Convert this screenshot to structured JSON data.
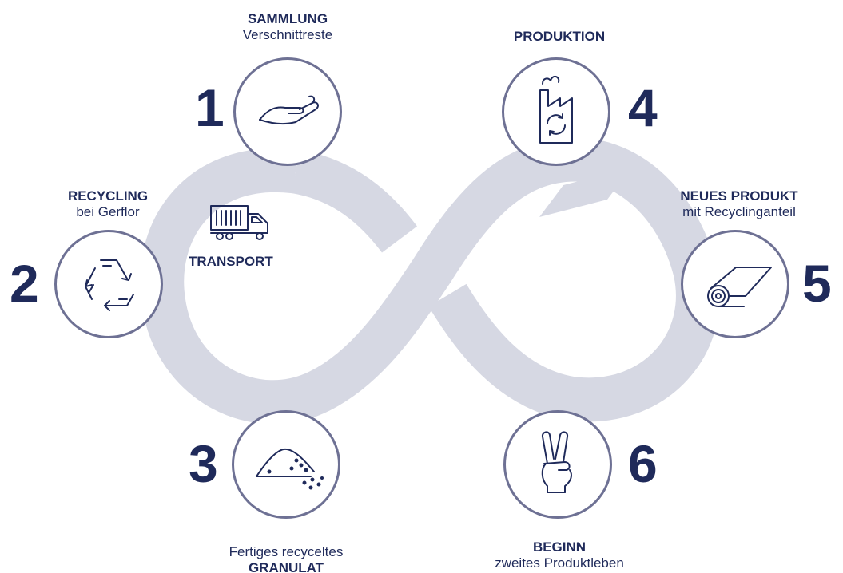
{
  "colors": {
    "navy": "#1f2a5a",
    "loop": "#d6d8e3",
    "ring": "#6e7194"
  },
  "steps": [
    {
      "number": "1",
      "title": "SAMMLUNG",
      "subtitle": "Verschnittreste",
      "icon": "hand-icon"
    },
    {
      "number": "2",
      "title": "RECYCLING",
      "subtitle": "bei Gerflor",
      "icon": "recycle-icon"
    },
    {
      "number": "3",
      "title": "GRANULAT",
      "subtitle": "Fertiges recyceltes",
      "icon": "granulate-pile-icon"
    },
    {
      "number": "4",
      "title": "PRODUKTION",
      "subtitle": "",
      "icon": "factory-icon"
    },
    {
      "number": "5",
      "title": "NEUES PRODUKT",
      "subtitle": "mit Recyclinganteil",
      "icon": "floor-roll-icon"
    },
    {
      "number": "6",
      "title": "BEGINN",
      "subtitle": "zweites Produktleben",
      "icon": "victory-hand-icon"
    }
  ],
  "transport": {
    "label": "TRANSPORT",
    "icon": "truck-icon"
  }
}
